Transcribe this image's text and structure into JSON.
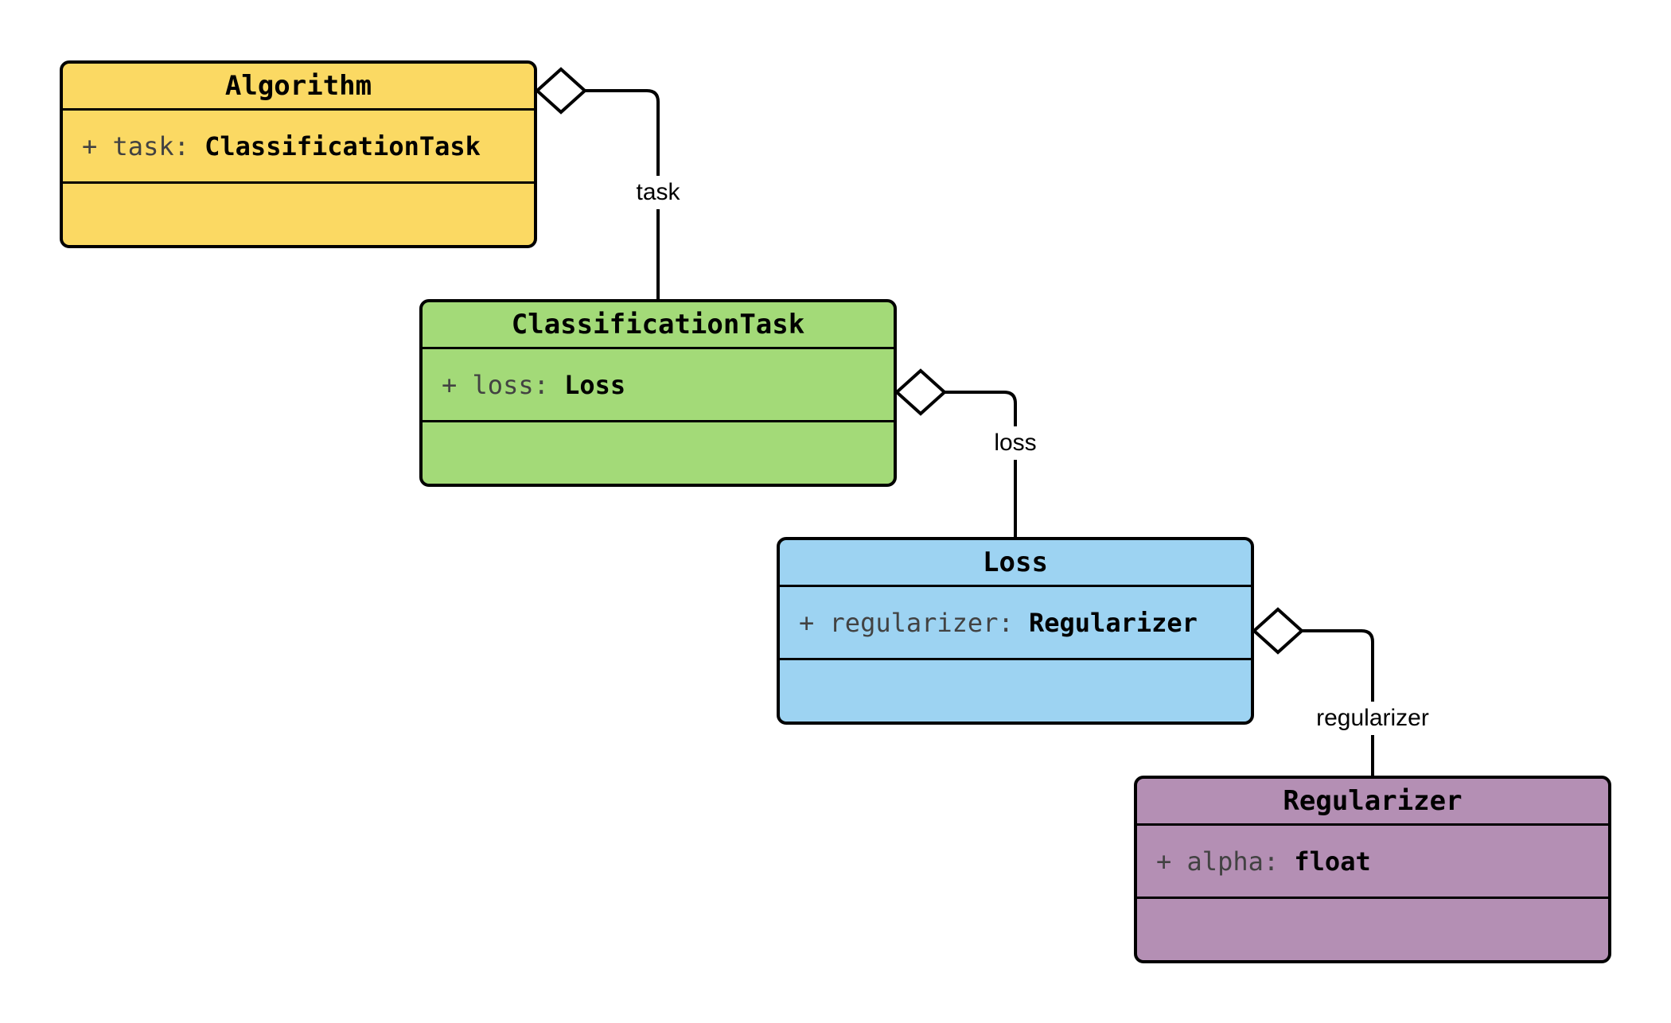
{
  "diagram": {
    "type": "uml-class-diagram",
    "background": "#ffffff",
    "line_color": "#000000",
    "diamond_fill": "#ffffff"
  },
  "classes": [
    {
      "name": "Algorithm",
      "fill": "#FBD963",
      "attribute": {
        "signature": "+ task:",
        "type": "ClassificationTask"
      }
    },
    {
      "name": "ClassificationTask",
      "fill": "#A3DA78",
      "attribute": {
        "signature": "+ loss:",
        "type": "Loss"
      }
    },
    {
      "name": "Loss",
      "fill": "#9DD3F2",
      "attribute": {
        "signature": "+ regularizer:",
        "type": "Regularizer"
      }
    },
    {
      "name": "Regularizer",
      "fill": "#B48FB4",
      "attribute": {
        "signature": "+ alpha:",
        "type": "float"
      }
    }
  ],
  "edges": [
    {
      "label": "task",
      "from": "Algorithm",
      "to": "ClassificationTask",
      "relation": "aggregation"
    },
    {
      "label": "loss",
      "from": "ClassificationTask",
      "to": "Loss",
      "relation": "aggregation"
    },
    {
      "label": "regularizer",
      "from": "Loss",
      "to": "Regularizer",
      "relation": "aggregation"
    }
  ]
}
